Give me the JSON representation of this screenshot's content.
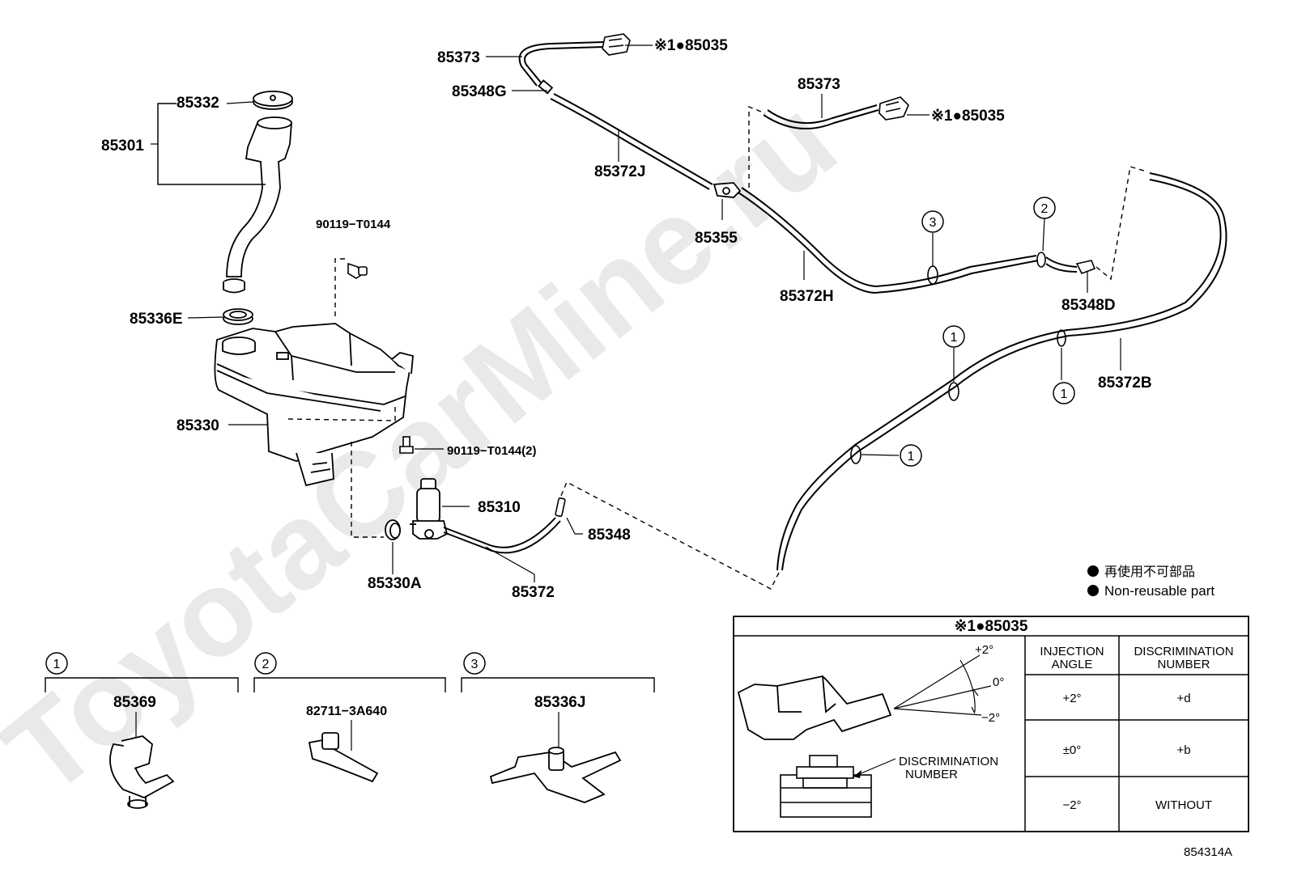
{
  "watermark": "ToyotaCarMine.ru",
  "parts": {
    "p85373_top": "85373",
    "p85035_top": "※1●85035",
    "p85348G": "85348G",
    "p85372J": "85372J",
    "p85355": "85355",
    "p85373_mid": "85373",
    "p85035_mid": "※1●85035",
    "p85372H": "85372H",
    "p85348D": "85348D",
    "p85372B": "85372B",
    "p85332": "85332",
    "p85301": "85301",
    "p90119_a": "90119−T0144",
    "p85336E": "85336E",
    "p85330": "85330",
    "p90119_b": "90119−T0144(2)",
    "p85310": "85310",
    "p85348": "85348",
    "p85330A": "85330A",
    "p85372": "85372"
  },
  "callouts": {
    "c3": "3",
    "c2": "2",
    "c1a": "1",
    "c1b": "1",
    "c1c": "1"
  },
  "legend": {
    "jp": "再使用不可部品",
    "en": "Non-reusable part"
  },
  "clips": [
    {
      "num": "1",
      "part": "85369"
    },
    {
      "num": "2",
      "part": "82711−3A640"
    },
    {
      "num": "3",
      "part": "85336J"
    }
  ],
  "detail": {
    "title": "※1●85035",
    "angle_plus": "+2°",
    "angle_zero": "0°",
    "angle_minus": "−2°",
    "discrimination_label_1": "DISCRIMINATION",
    "discrimination_label_2": "NUMBER",
    "col1_h1": "INJECTION",
    "col1_h2": "ANGLE",
    "col2_h1": "DISCRIMINATION",
    "col2_h2": "NUMBER",
    "rows": [
      {
        "angle": "+2°",
        "num": "+d"
      },
      {
        "angle": "±0°",
        "num": "+b"
      },
      {
        "angle": "−2°",
        "num": "WITHOUT"
      }
    ]
  },
  "figure_id": "854314A"
}
